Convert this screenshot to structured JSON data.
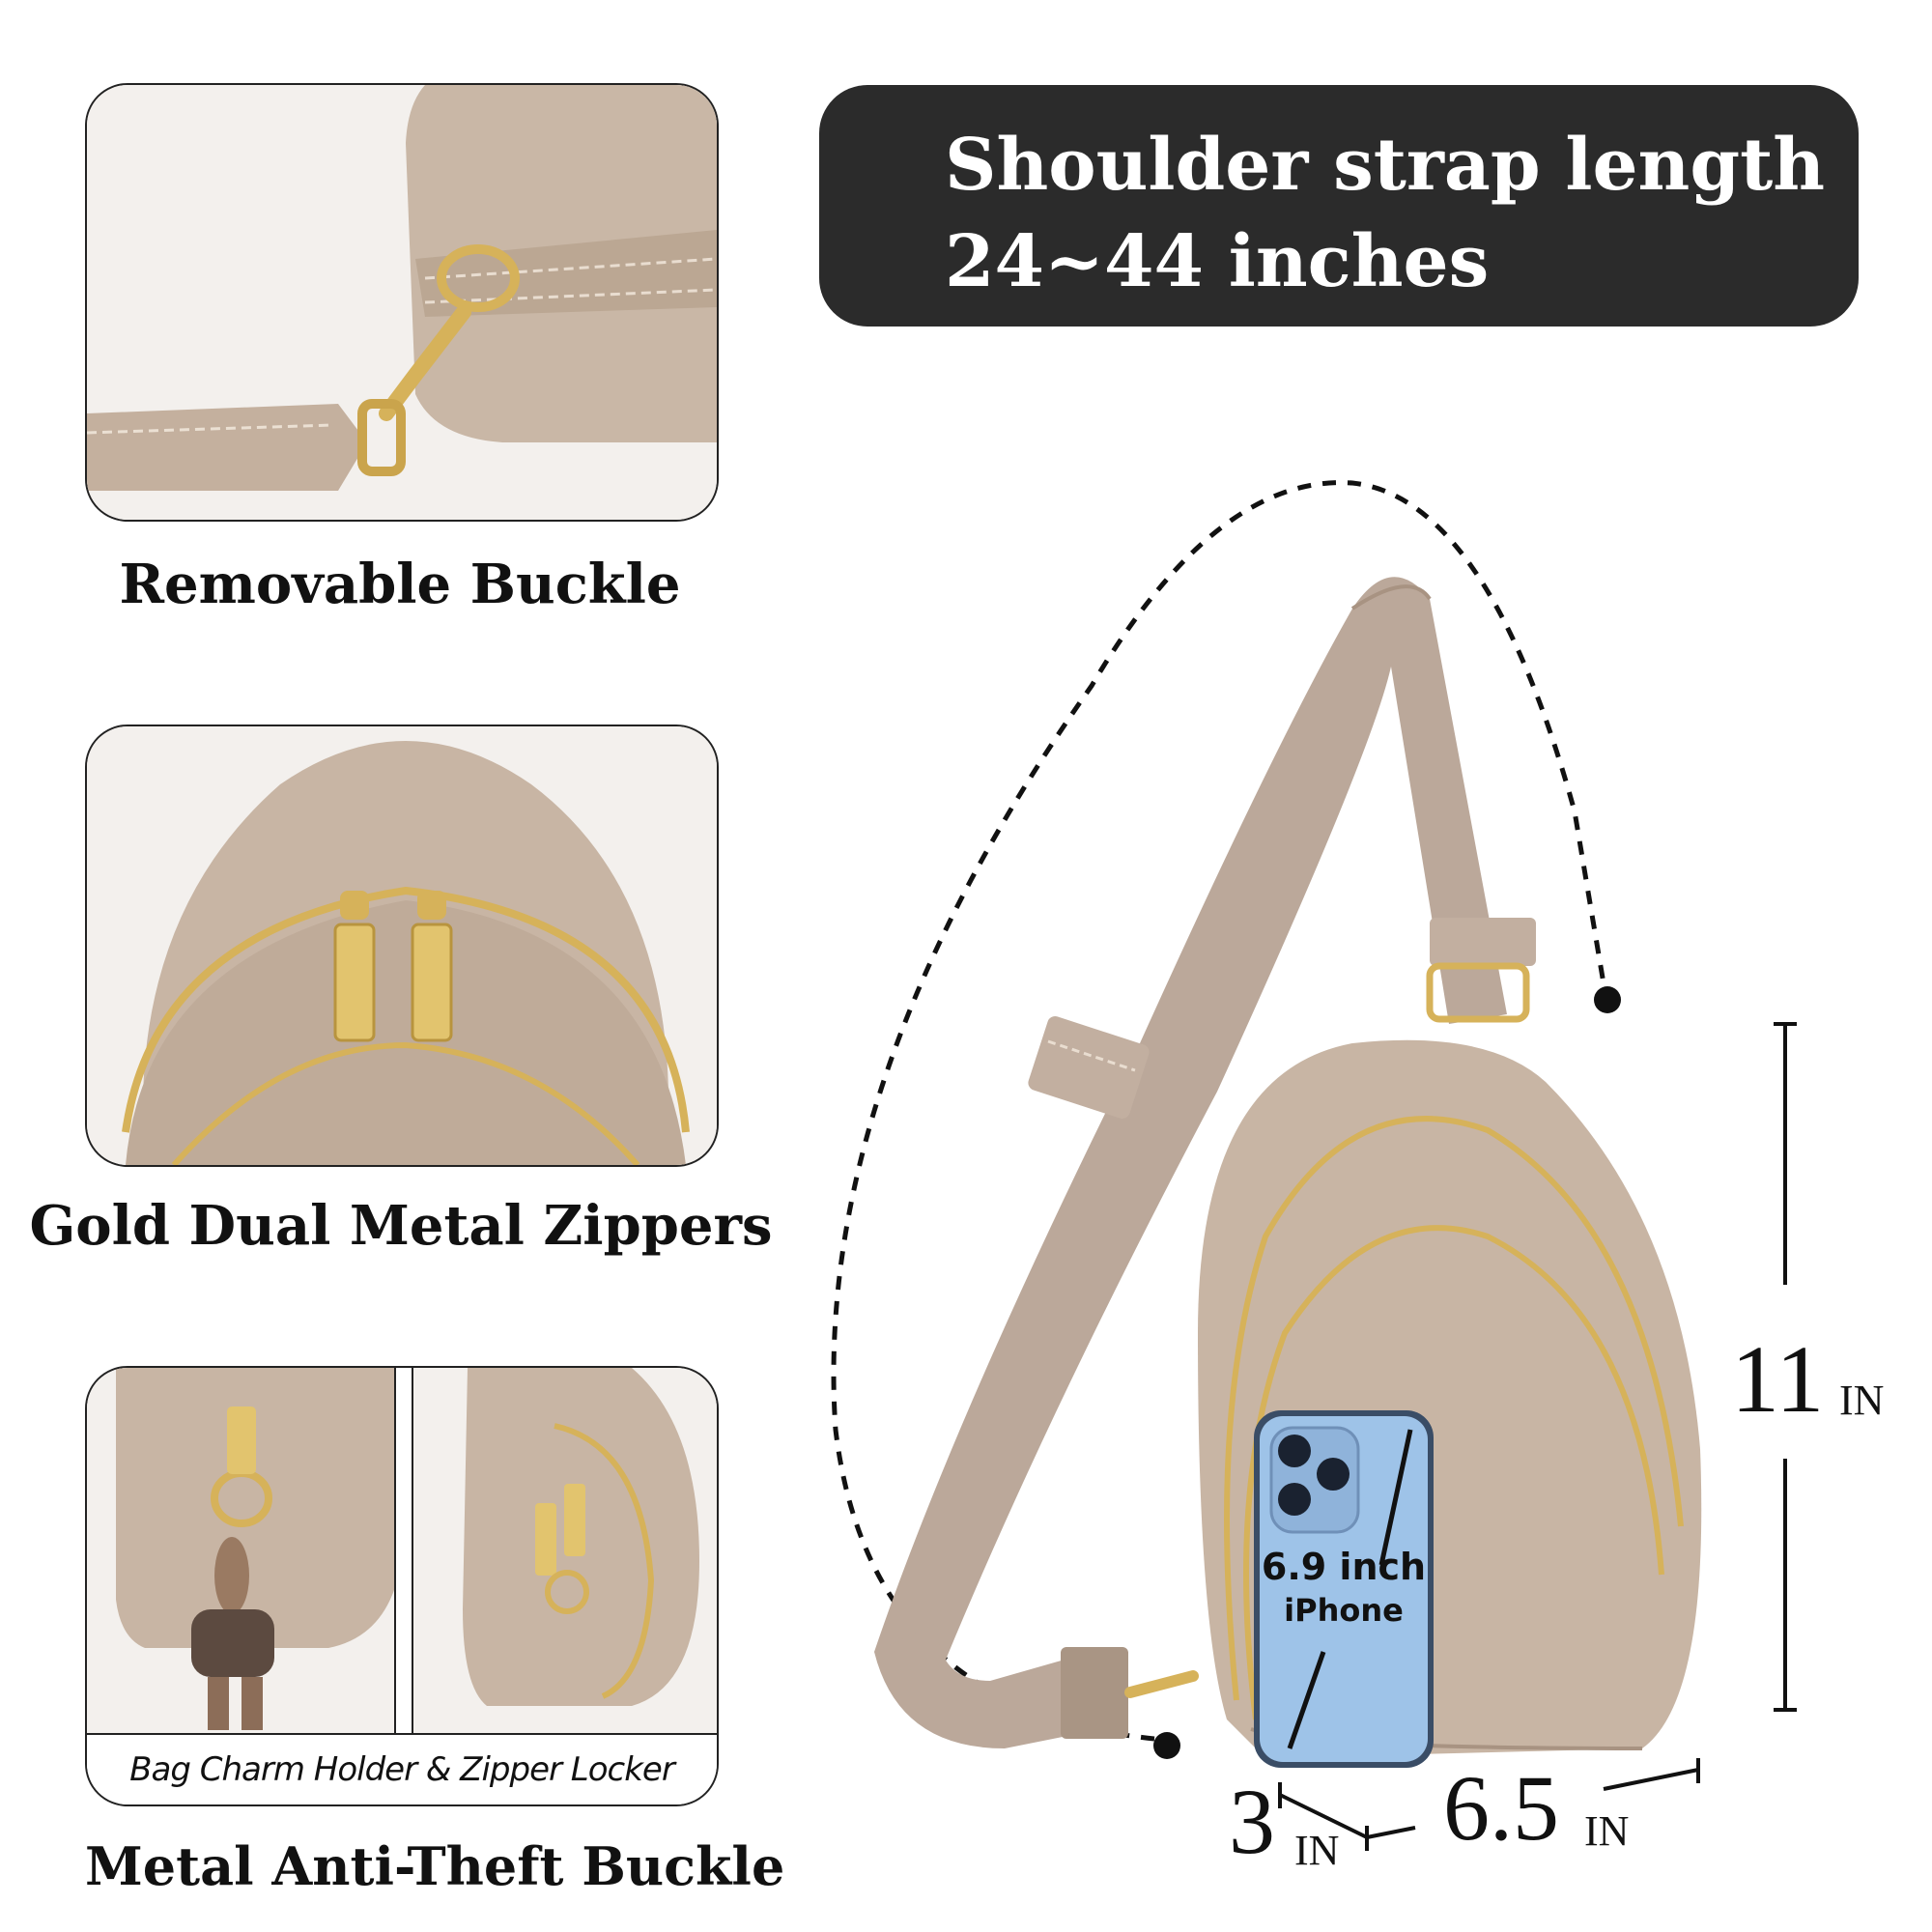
{
  "banner": {
    "line1": "Shoulder strap length",
    "line2": "24~44 inches"
  },
  "features": [
    {
      "caption": "Removable Buckle"
    },
    {
      "caption": "Gold Dual Metal Zippers"
    },
    {
      "caption": "Metal Anti-Theft Buckle",
      "strip_label": "Bag Charm Holder & Zipper Locker"
    }
  ],
  "dimensions": {
    "height_value": "11",
    "height_unit": "IN",
    "depth_value": "3",
    "depth_unit": "IN",
    "width_value": "6.5",
    "width_unit": "IN"
  },
  "phone": {
    "size_label": "6.9 inch",
    "model_label": "iPhone"
  },
  "colors": {
    "leather": "#c8b5a4",
    "leather_dark": "#a89382",
    "gold": "#d6b25a",
    "banner_bg": "#2b2b2b",
    "phone_blue": "#9ec3e8"
  }
}
